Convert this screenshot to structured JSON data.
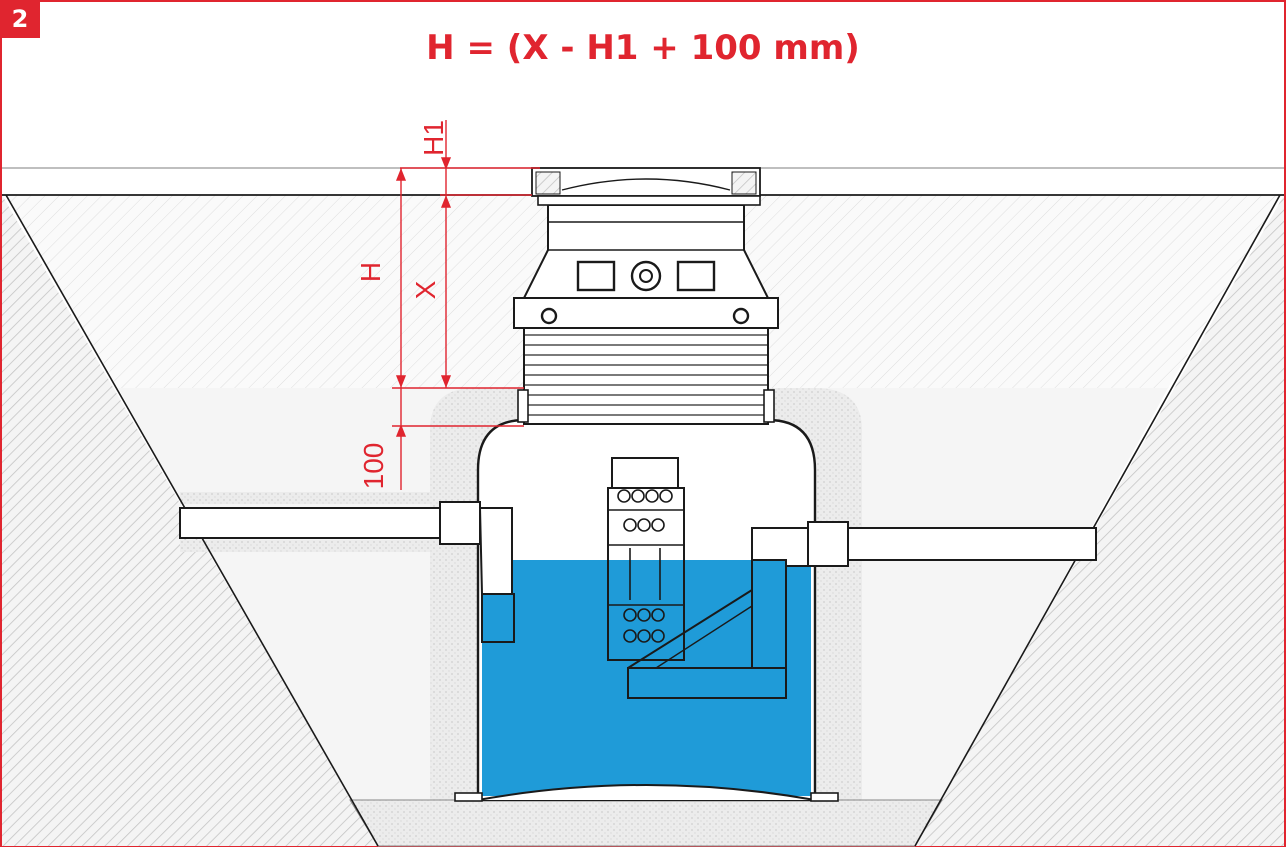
{
  "figure": {
    "number": "2",
    "formula": "H = (X - H1 + 100 mm)"
  },
  "dimensions": {
    "h1": "H1",
    "h": "H",
    "x": "X",
    "offset": "100"
  },
  "colors": {
    "accent": "#e0252f",
    "water": "#1f9bd8",
    "outline": "#1a1a1a",
    "gravel": "#e8e8e8",
    "soil_hatch": "#bdbdbd"
  }
}
